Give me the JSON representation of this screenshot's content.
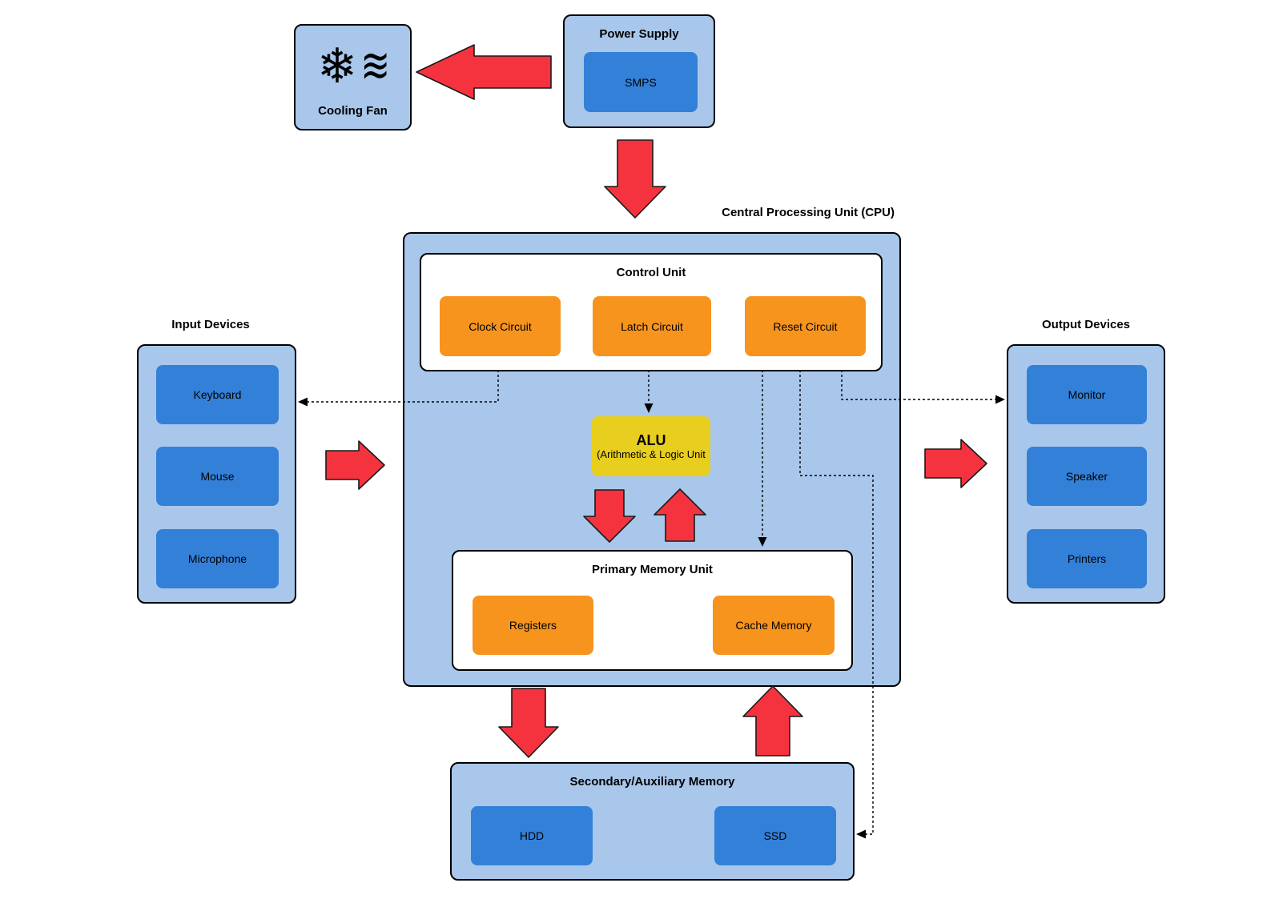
{
  "colors": {
    "canvas": "#ffffff",
    "box_light_blue": "#a9c7eb",
    "inner_blue": "#3380d8",
    "orange": "#f7941e",
    "yellow": "#e8ce1e",
    "red": "#f5333f",
    "line": "#000000",
    "white": "#ffffff"
  },
  "cooling_fan": {
    "label": "Cooling Fan",
    "snowflake_icon": "❄",
    "airflow_icon": "≋"
  },
  "power_supply": {
    "title": "Power Supply",
    "items": [
      "SMPS"
    ]
  },
  "cpu": {
    "label": "Central Processing Unit (CPU)",
    "control_unit": {
      "title": "Control Unit",
      "items": [
        "Clock Circuit",
        "Latch Circuit",
        "Reset Circuit"
      ]
    },
    "alu": {
      "title": "ALU",
      "subtitle": "(Arithmetic & Logic Unit"
    },
    "primary_memory": {
      "title": "Primary Memory Unit",
      "items": [
        "Registers",
        "Cache Memory"
      ]
    }
  },
  "input_devices": {
    "title": "Input Devices",
    "items": [
      "Keyboard",
      "Mouse",
      "Microphone"
    ]
  },
  "output_devices": {
    "title": "Output Devices",
    "items": [
      "Monitor",
      "Speaker",
      "Printers"
    ]
  },
  "secondary_memory": {
    "title": "Secondary/Auxiliary Memory",
    "items": [
      "HDD",
      "SSD"
    ]
  }
}
